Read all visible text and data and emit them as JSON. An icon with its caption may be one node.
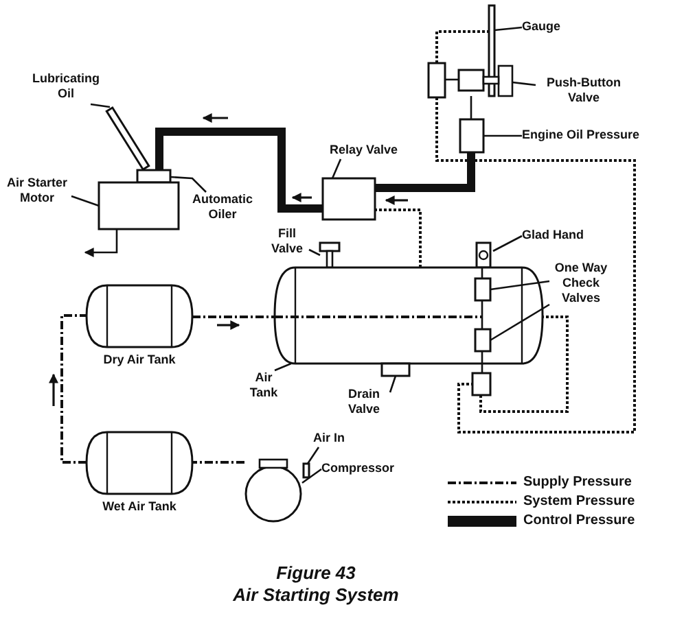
{
  "diagram": {
    "caption": "Figure 43 Air Starting System",
    "nodes": [
      {
        "text": [
          "Lubricating Oil"
        ]
      },
      {
        "text": [
          "Gauge"
        ]
      },
      {
        "text": [],
        "shape": "bar"
      },
      {
        "text": [],
        "shape": "box"
      },
      {
        "text": [],
        "shape": "box"
      },
      {
        "text": [
          "Push-Button Valve"
        ]
      },
      {
        "text": [],
        "shape": "box"
      },
      {
        "text": [
          "Engine Oil Pressure"
        ]
      },
      {
        "text": [],
        "shape": "bar"
      },
      {
        "text": [
          "Relay Valve"
        ]
      },
      {
        "text": [],
        "shape": "box"
      },
      {
        "text": [],
        "shape": "box"
      },
      {
        "text": [
          "Air Starter Motor"
        ]
      },
      {
        "text": [
          "Automatic Oiler"
        ]
      },
      {
        "text": [],
        "shape": "box"
      },
      {
        "text": [
          "Fill Valve"
        ]
      },
      {
        "text": [],
        "shape": "box"
      },
      {
        "text": [
          "Glad Hand"
        ]
      },
      {
        "text": [],
        "shape": "box"
      },
      {
        "text": [
          "One Way Check Valves"
        ]
      },
      {
        "text": [],
        "shape": "box",
        "in": 22
      },
      {
        "text": [],
        "shape": "box",
        "in": 22
      },
      {
        "text": [],
        "shape": "cylinder"
      },
      {
        "text": [
          "Dry Air Tank"
        ]
      },
      {
        "text": [
          "Air Tank"
        ]
      },
      {
        "text": [],
        "shape": "box"
      },
      {
        "text": [
          "Drain Valve"
        ]
      },
      {
        "text": [],
        "shape": "box"
      },
      {
        "text": [
          "Air In"
        ]
      },
      {
        "text": [],
        "shape": "box"
      },
      {
        "text": [
          "Compressor"
        ]
      },
      {
        "text": [],
        "shape": "circle"
      },
      {
        "text": [
          "Wet Air Tank"
        ]
      }
    ],
    "edges": [
      {
        "from": 0,
        "to": 8,
        "arrow": "none"
      },
      {
        "from": 1,
        "to": 2,
        "arrow": "none"
      },
      {
        "from": 5,
        "to": 4,
        "arrow": "none"
      },
      {
        "from": 7,
        "to": 6,
        "arrow": "none"
      },
      {
        "from": 9,
        "to": 14,
        "arrow": "none"
      },
      {
        "from": 12,
        "to": 11,
        "arrow": "none"
      },
      {
        "from": 13,
        "to": 10,
        "arrow": "none"
      },
      {
        "from": 15,
        "to": 16,
        "arrow": "none"
      },
      {
        "from": 17,
        "to": 18,
        "arrow": "none"
      },
      {
        "from": 19,
        "to": 20,
        "arrow": "none"
      },
      {
        "from": 19,
        "to": 21,
        "arrow": "none"
      },
      {
        "from": 24,
        "to": 22,
        "arrow": "none"
      },
      {
        "from": 26,
        "to": 25,
        "arrow": "none"
      },
      {
        "from": 28,
        "to": 29,
        "arrow": "none"
      },
      {
        "from": 30,
        "to": 31,
        "arrow": "none"
      },
      {
        "from": 6,
        "to": 14,
        "arrow": "none",
        "style": "thick"
      },
      {
        "from": 14,
        "to": 10,
        "arrow": "none",
        "style": "thick"
      },
      {
        "from": 11,
        "to": null,
        "arrow": "to"
      },
      {
        "from": 4,
        "to": 6,
        "arrow": "none"
      },
      {
        "from": 3,
        "to": 4,
        "arrow": "none"
      },
      {
        "from": 3,
        "to": 2,
        "arrow": "none",
        "style": "dashed"
      },
      {
        "from": 3,
        "to": 27,
        "arrow": "none",
        "style": "dashed"
      },
      {
        "from": 27,
        "to": 22,
        "arrow": "none",
        "style": "dashed"
      },
      {
        "from": 22,
        "to": 14,
        "arrow": "none",
        "style": "dashed"
      },
      {
        "from": 18,
        "to": 20,
        "arrow": "none"
      },
      {
        "from": 20,
        "to": 21,
        "arrow": "none"
      },
      {
        "from": 21,
        "to": 27,
        "arrow": "none"
      },
      {
        "from": 31,
        "to": 32,
        "arrow": "none",
        "style": "dashed"
      },
      {
        "from": 32,
        "to": 23,
        "arrow": "none",
        "style": "dashed"
      },
      {
        "from": 23,
        "to": 22,
        "arrow": "none",
        "style": "dashed"
      }
    ],
    "legend": [
      {
        "text": "Supply Pressure"
      },
      {
        "text": "System Pressure"
      },
      {
        "text": "Control Pressure"
      }
    ]
  }
}
